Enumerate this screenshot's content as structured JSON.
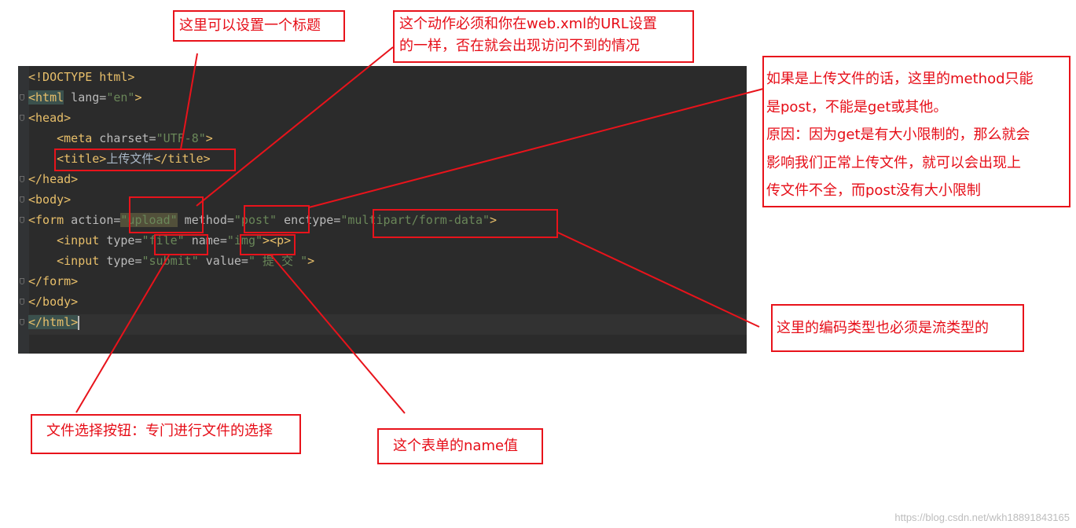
{
  "code": {
    "doctype": "<!DOCTYPE html>",
    "html_open": {
      "tag": "<html",
      "attr": " lang=",
      "value": "\"en\"",
      "close": ">"
    },
    "head_open": "<head>",
    "meta": {
      "tag": "<meta",
      "attr": " charset=",
      "value": "\"UTF-8\"",
      "close": ">"
    },
    "title": {
      "open": "<title>",
      "text": "上传文件",
      "close": "</title>"
    },
    "head_close": "</head>",
    "body_open": "<body>",
    "form": {
      "tag": "<form",
      "action_attr": " action=",
      "action_value": "\"upload\"",
      "method_attr": " method=",
      "method_value": "\"post\"",
      "enctype_attr": " enctype=",
      "enctype_value": "\"multipart/form-data\"",
      "close": ">"
    },
    "input_file": {
      "tag": "<input",
      "type_attr": " type=",
      "type_value": "\"file\"",
      "name_attr": " name=",
      "name_value": "\"img\"",
      "close": ">",
      "p": "<p>"
    },
    "input_submit": {
      "tag": "<input",
      "type_attr": " type=",
      "type_value": "\"submit\"",
      "value_attr": " value=",
      "value_value": "\" 提 交 \"",
      "close": ">"
    },
    "form_close": "</form>",
    "body_close": "</body>",
    "html_close": "</html>"
  },
  "annotations": {
    "title_note": "这里可以设置一个标题",
    "action_note": [
      "这个动作必须和你在web.xml的URL设置",
      "的一样，否在就会出现访问不到的情况"
    ],
    "method_note": [
      "如果是上传文件的话，这里的method只能",
      "是post，不能是get或其他。",
      "原因：因为get是有大小限制的，那么就会",
      "影响我们正常上传文件，就可以会出现上",
      "传文件不全，而post没有大小限制"
    ],
    "enctype_note": "这里的编码类型也必须是流类型的",
    "file_note": "文件选择按钮：专门进行文件的选择",
    "name_note": "这个表单的name值"
  },
  "watermark": "https://blog.csdn.net/wkh18891843165",
  "colors": {
    "editor_bg": "#2b2b2b",
    "tag": "#e8bf6a",
    "string": "#6a8759",
    "attr": "#bababa",
    "annotation_red": "#e8131b"
  }
}
